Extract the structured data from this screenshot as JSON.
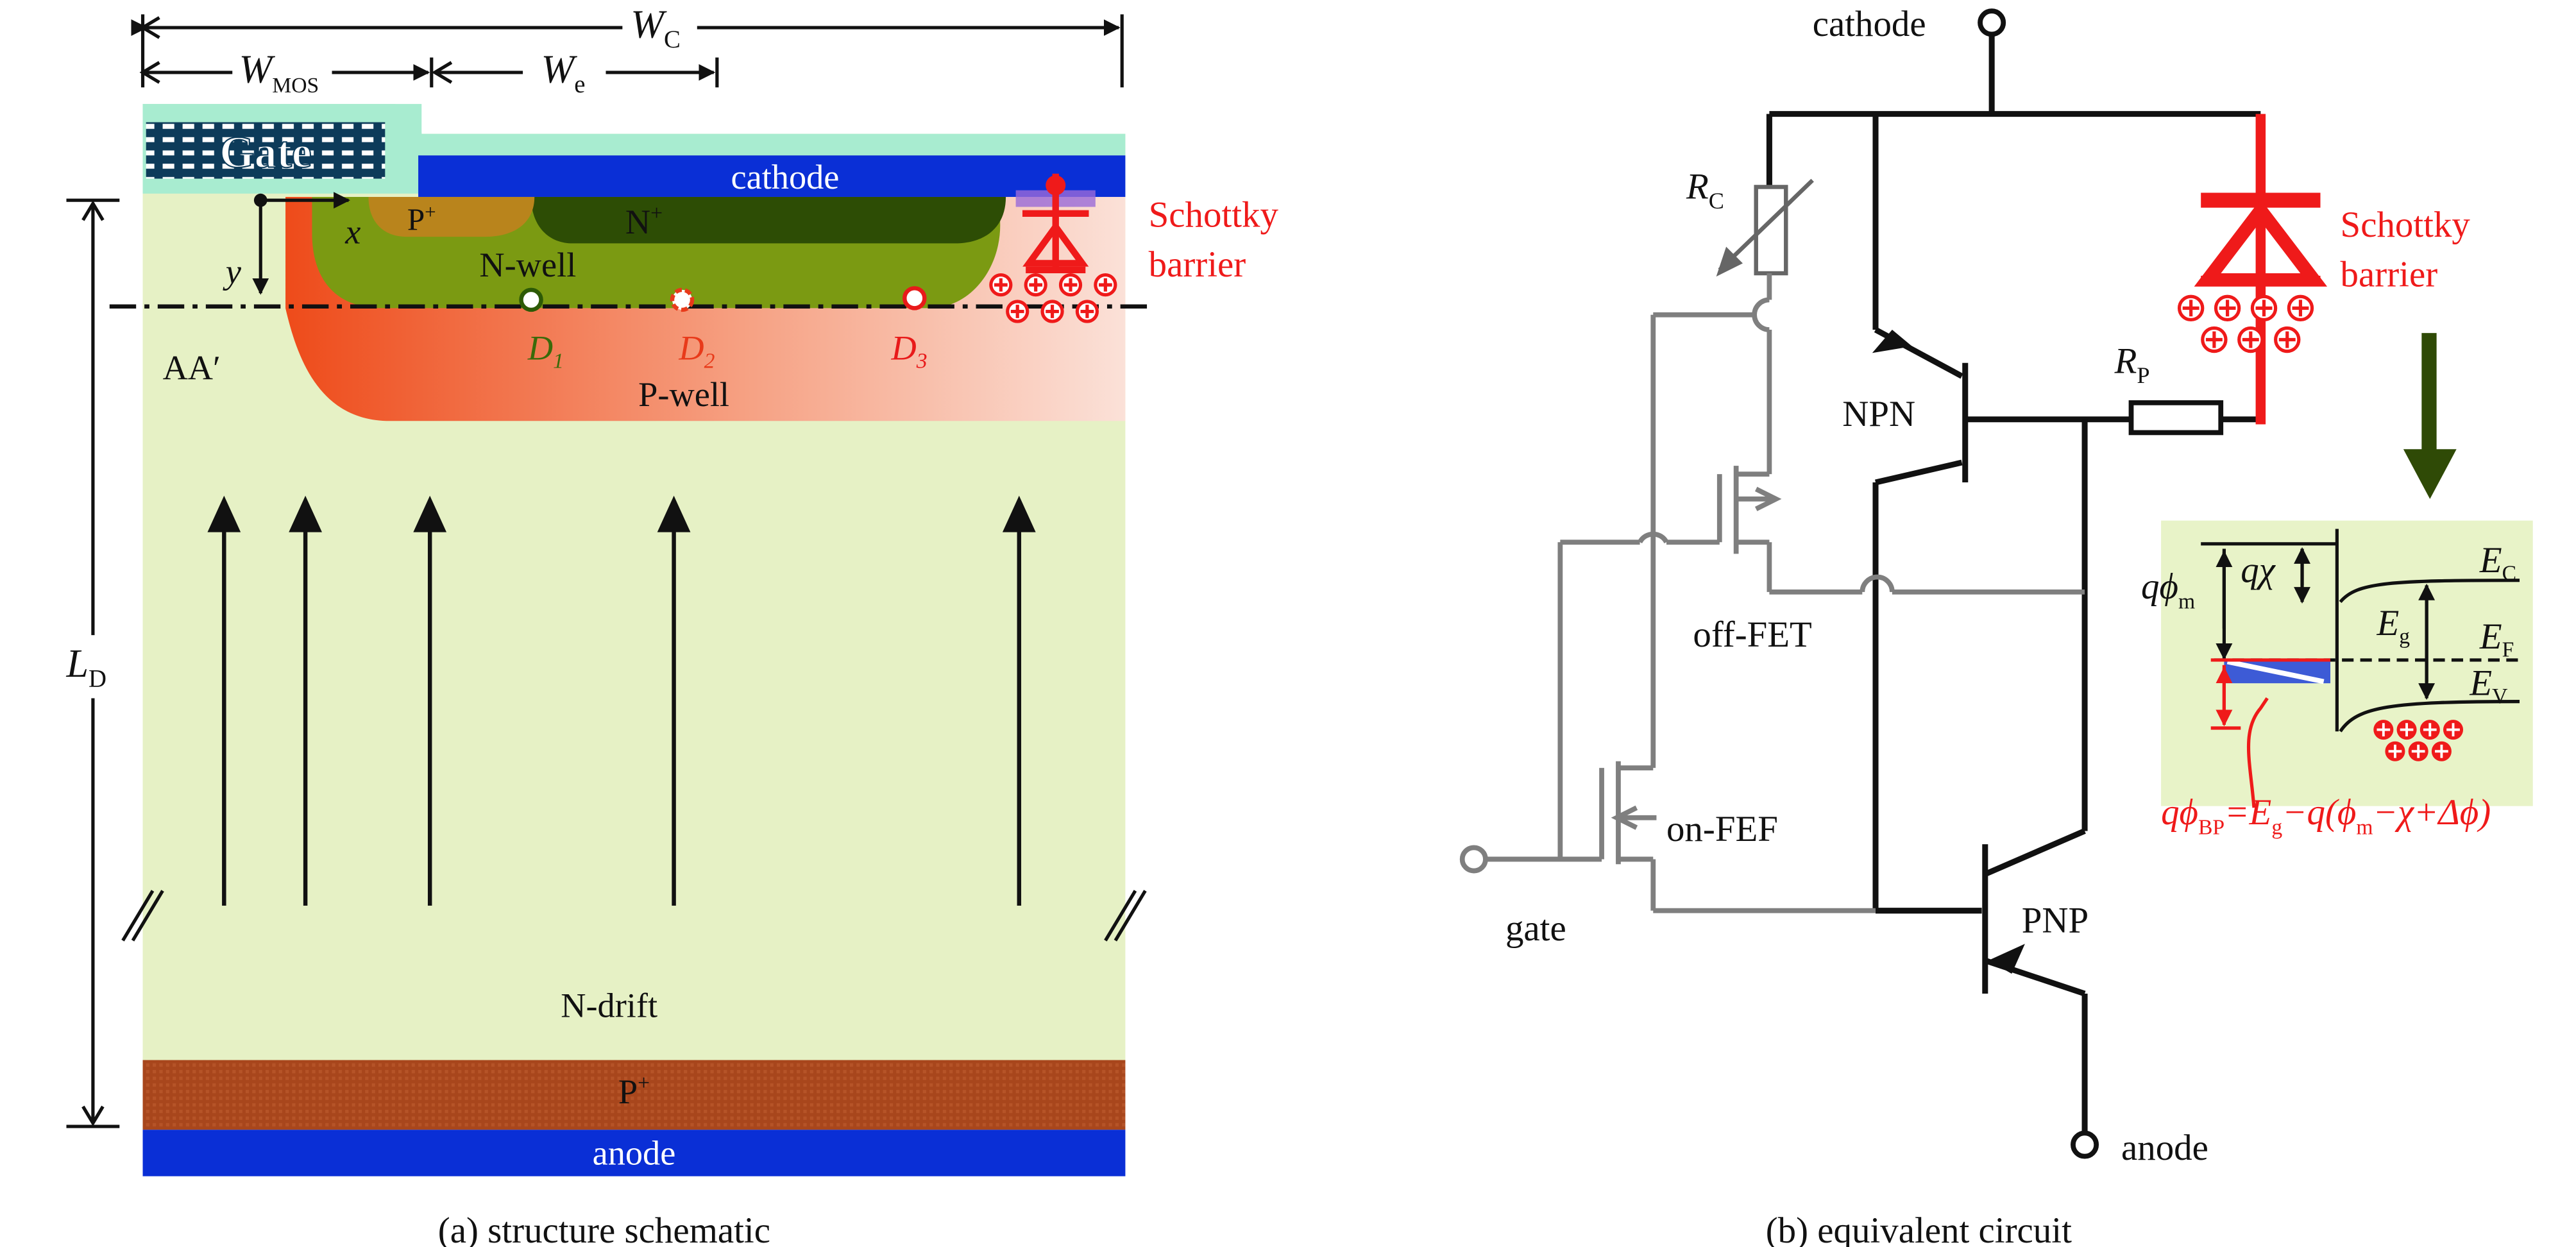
{
  "panel_a": {
    "caption": "(a) structure schematic",
    "dims": {
      "wc_main": "W",
      "wc_sub": "C",
      "wmos_main": "W",
      "wmos_sub": "MOS",
      "we_main": "W",
      "we_sub": "e",
      "ld_main": "L",
      "ld_sub": "D"
    },
    "labels": {
      "gate": "Gate",
      "cathode": "cathode",
      "p_plus_top": "P",
      "n_plus": "N",
      "plus_sign": "+",
      "n_well": "N-well",
      "p_well": "P-well",
      "aa": "AA′",
      "x": "x",
      "y": "y",
      "d1_main": "D",
      "d1_sub": "1",
      "d2_main": "D",
      "d2_sub": "2",
      "d3_main": "D",
      "d3_sub": "3",
      "n_drift": "N-drift",
      "p_plus_bottom": "P",
      "anode": "anode",
      "schottky_1": "Schottky",
      "schottky_2": "barrier"
    }
  },
  "panel_b": {
    "caption": "(b) equivalent circuit",
    "labels": {
      "cathode": "cathode",
      "anode": "anode",
      "gate": "gate",
      "rc_main": "R",
      "rc_sub": "C",
      "rp_main": "R",
      "rp_sub": "P",
      "npn": "NPN",
      "pnp": "PNP",
      "off_fet": "off-FET",
      "on_fet": "on-FEF",
      "schottky_1": "Schottky",
      "schottky_2": "barrier"
    },
    "band": {
      "q_phi_m": "qϕ",
      "phi_m_sub": "m",
      "q_chi": "qχ",
      "ec_main": "E",
      "ec_sub": "C",
      "eg_main": "E",
      "eg_sub": "g",
      "ef_main": "E",
      "ef_sub": "F",
      "ev_main": "E",
      "ev_sub": "V",
      "formula_lhs": "qϕ",
      "formula_lhs_sub": "BP",
      "formula_eq": "=E",
      "formula_eg_sub": "g",
      "formula_rest": "−q(ϕ",
      "formula_m_sub": "m",
      "formula_tail": "−χ+Δϕ)"
    }
  },
  "colors": {
    "drift": "#e6f1c5",
    "anode_metal": "#0a2fd6",
    "cathode_metal": "#0a2fd6",
    "oxide": "#a8ecd0",
    "gate_poly": "#0d3b5a",
    "n_well": "#7b9a12",
    "n_plus": "#2d4d05",
    "p_plus_top": "#b9841c",
    "p_well_start": "#ee4b1a",
    "p_plus_bottom": "#a8461c",
    "schottky_red": "#ef1a1a",
    "circuit_black": "#111111",
    "circuit_gray": "#7f7f7f",
    "arrow_green": "#2f4a06",
    "band_bg": "#e8f3c8"
  }
}
